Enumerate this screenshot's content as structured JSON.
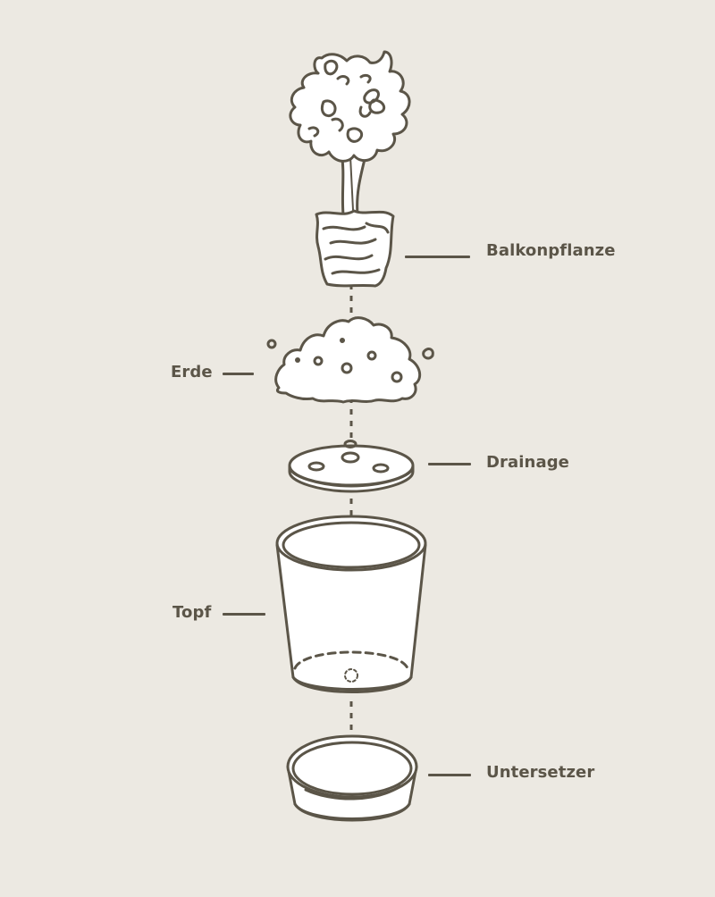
{
  "diagram": {
    "type": "exploded-view",
    "subject": "plant pot assembly",
    "colors": {
      "background": "#ECE9E2",
      "ink": "#5B5548",
      "fill": "#FFFFFF"
    },
    "parts": [
      {
        "id": "balkonpflanze",
        "label": "Balkonpflanze",
        "side": "right"
      },
      {
        "id": "erde",
        "label": "Erde",
        "side": "left"
      },
      {
        "id": "drainage",
        "label": "Drainage",
        "side": "right"
      },
      {
        "id": "topf",
        "label": "Topf",
        "side": "left"
      },
      {
        "id": "untersetzer",
        "label": "Untersetzer",
        "side": "right"
      }
    ]
  }
}
